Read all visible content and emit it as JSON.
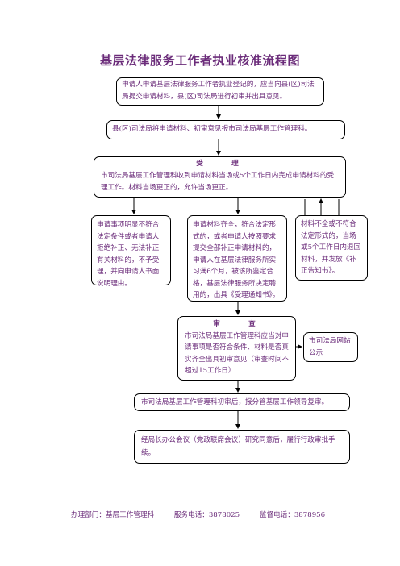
{
  "title": "基层法律服务工作者执业核准流程图",
  "steps": {
    "apply": "申请人申请基层法律服务工作者执业登记的，应当向县(区)司法局提交申请材料，县(区)司法局进行初审并出具意见。",
    "report": "县(区)司法局将申请材料、初审意见报市司法局基层工作管理科。",
    "accept_title": "受　　理",
    "accept_body": "市司法局基层工作管理科收到申请材料当场或5个工作日内完成申请材料的受理工作。材料当场更正的，允许当场更正。",
    "reject": "申请事项明显不符合法定条件或者申请人拒绝补正、无法补正有关材料的，不予受理，并向申请人书面说明理由。",
    "accepted": "申请材料齐全，符合法定形式的，或者申请人按照要求提交全部补正申请材料的，申请人在基层法律服务所实习满6个月，被该所鉴定合格，基层法律服务所决定聘用的，出具《受理通知书》。",
    "incomplete": "材料不全或不符合法定形式的，当场或5个工作日内退回材料，并发放《补正告知书》。",
    "review_title": "审　　查",
    "review_body": "市司法局基层工作管理科应当对申请事项是否符合条件、材料是否真实齐全出具初审意见（审查时间不超过15工作日）",
    "publicity": "市司法局网站公示",
    "submit": "市司法局基层工作管理科初审后，报分管基层工作领导复审。",
    "decision": "经局长办公会议（党政联席会议）研究同意后，履行行政审批手续。"
  },
  "footer": {
    "department": "办理部门：基层工作管理科",
    "service_phone": "服务电话：3878025",
    "supervision_phone": "监督电话：3878956"
  }
}
